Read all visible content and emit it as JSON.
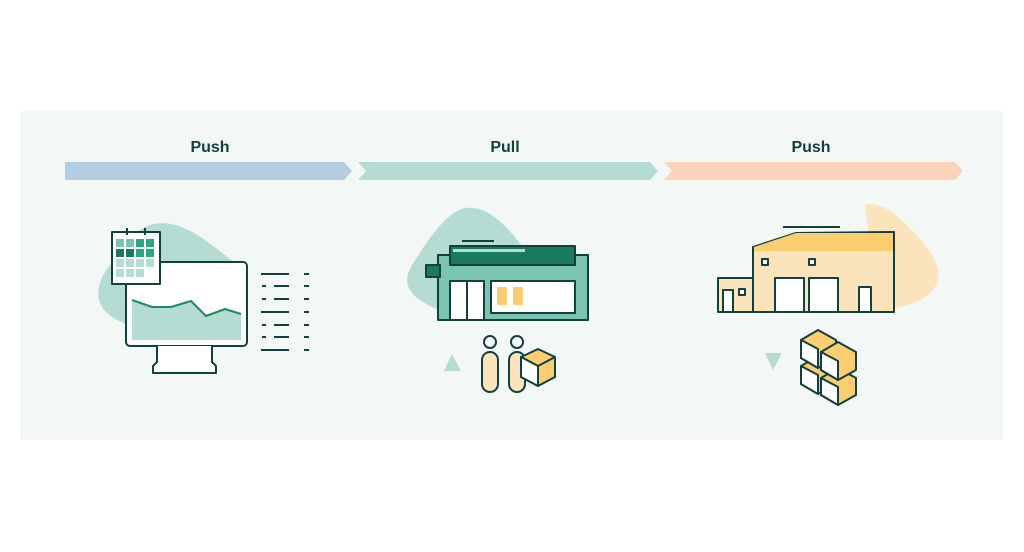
{
  "stages": [
    {
      "label": "Push",
      "color": "#b5cde0"
    },
    {
      "label": "Pull",
      "color": "#b5dcd2"
    },
    {
      "label": "Push",
      "color": "#fbd3b9"
    }
  ]
}
